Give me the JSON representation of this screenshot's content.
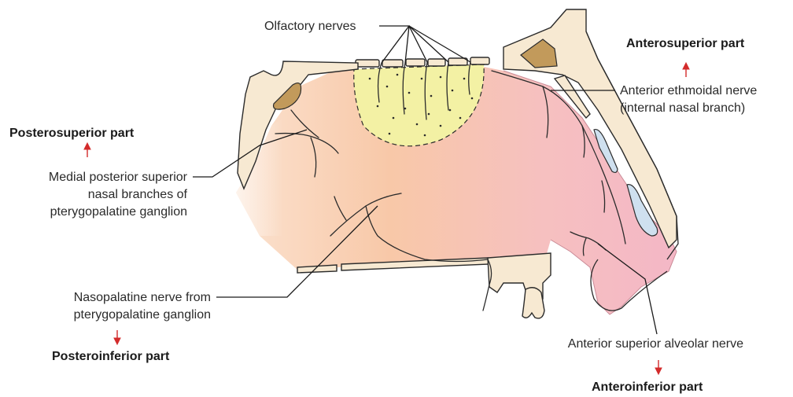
{
  "labels": {
    "olfactory": "Olfactory nerves",
    "anterior_ethmoidal_1": "Anterior ethmoidal nerve",
    "anterior_ethmoidal_2": "(internal nasal branch)",
    "medial_posterior_1": "Medial posterior superior",
    "medial_posterior_2": "nasal branches of",
    "medial_posterior_3": "pterygopalatine ganglion",
    "nasopalatine_1": "Nasopalatine nerve from",
    "nasopalatine_2": "pterygopalatine ganglion",
    "anterior_superior_alveolar": "Anterior superior alveolar nerve"
  },
  "regions": {
    "posterosuperior": "Posterosuperior part",
    "anterosuperior": "Anterosuperior part",
    "posteroinferior": "Posteroinferior part",
    "anteroinferior": "Anteroinferior part"
  },
  "colors": {
    "arrow": "#d32b2b",
    "mucosa_posterior": "#f6cfb0",
    "mucosa_anterior": "#f4b9c4",
    "olfactory_area": "#f3f1a4",
    "bone": "#f7e9d2"
  }
}
